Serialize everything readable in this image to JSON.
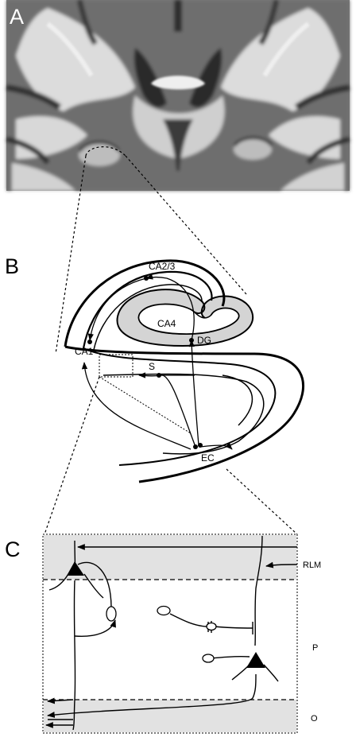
{
  "panels": {
    "a": {
      "letter": "A"
    },
    "b": {
      "letter": "B",
      "labels": {
        "ca23": "CA2/3",
        "ca4": "CA4",
        "dg": "DG",
        "ca1": "CA1",
        "s": "S",
        "ec": "EC"
      }
    },
    "c": {
      "letter": "C",
      "labels": {
        "rlm": "RLM",
        "p": "P",
        "o": "O"
      }
    }
  },
  "colors": {
    "ink": "#000000",
    "hippocampus_fill": "#d4d4d4",
    "layer_band": "#e2e2e2",
    "mri_white": "#e8e8e8",
    "mri_gray": "#7c7c7c",
    "mri_dark": "#2a2a2a"
  }
}
